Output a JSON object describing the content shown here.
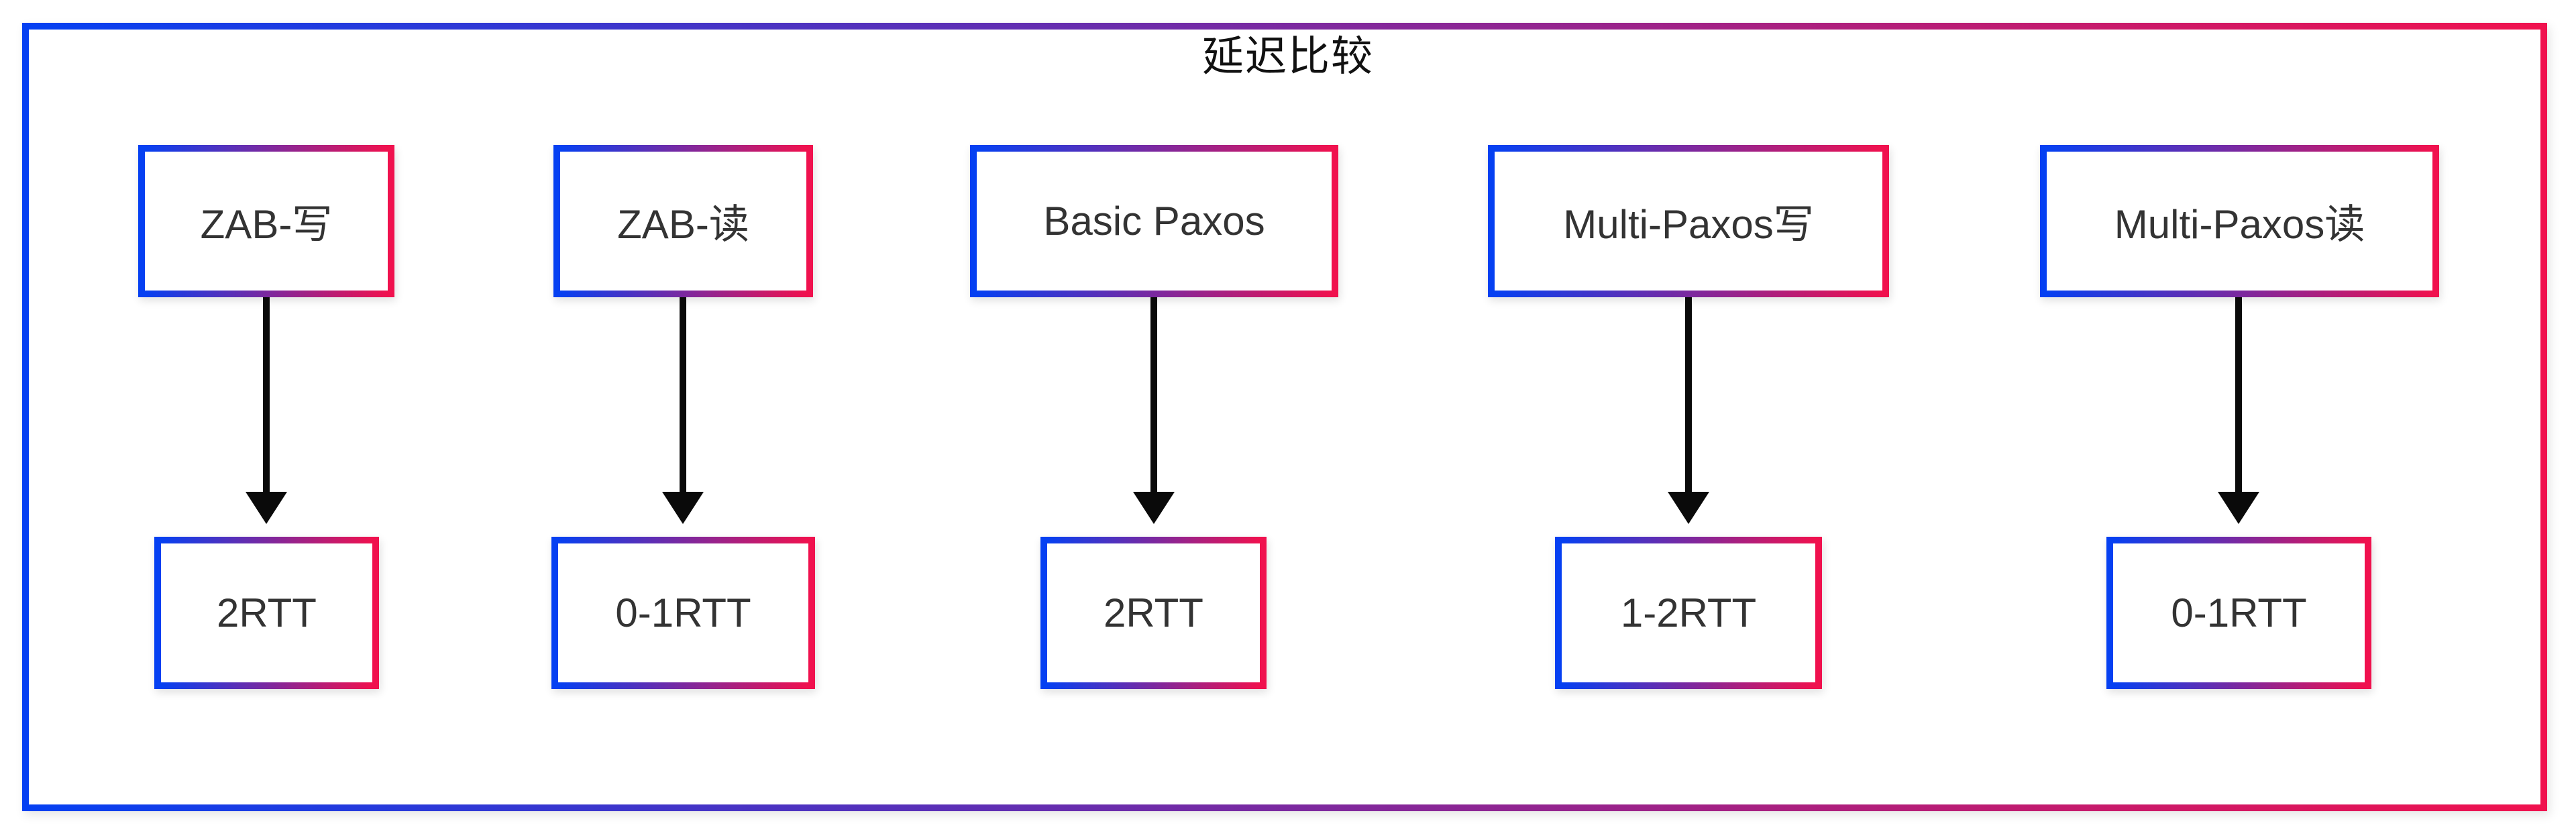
{
  "diagram": {
    "title": "延迟比较"
  },
  "colors": {
    "border_gradient_start": "#0540f2",
    "border_gradient_end": "#f0114e",
    "arrow": "#0a0a0a",
    "label_text": "#333333",
    "title_text": "#111111",
    "background": "#ffffff"
  },
  "columns": [
    {
      "protocol": "ZAB-写",
      "latency": "2RTT"
    },
    {
      "protocol": "ZAB-读",
      "latency": "0-1RTT"
    },
    {
      "protocol": "Basic Paxos",
      "latency": "2RTT"
    },
    {
      "protocol": "Multi-Paxos写",
      "latency": "1-2RTT"
    },
    {
      "protocol": "Multi-Paxos读",
      "latency": "0-1RTT"
    }
  ]
}
